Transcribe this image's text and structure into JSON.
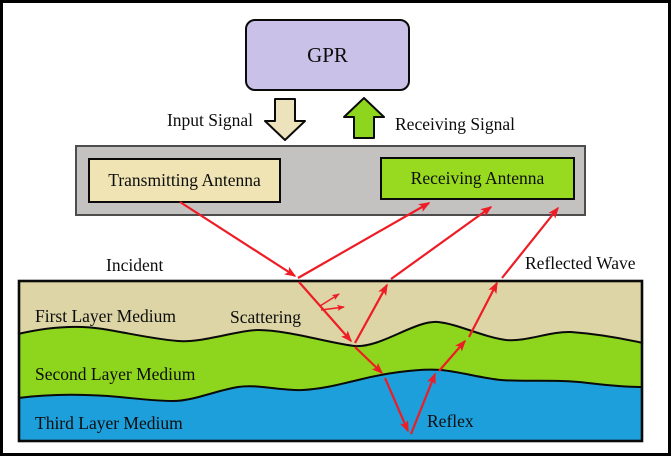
{
  "device": {
    "label": "GPR"
  },
  "signals": {
    "input_label": "Input Signal",
    "receiving_label": "Receiving Signal"
  },
  "antenna_bar": {
    "transmitting_label": "Transmitting Antenna",
    "receiving_label": "Receiving Antenna"
  },
  "ground": {
    "incident_label": "Incident",
    "reflected_label": "Reflected Wave",
    "scattering_label": "Scattering",
    "reflex_label": "Reflex",
    "layers": [
      {
        "label": "First Layer Medium",
        "color": "#ddd5a6"
      },
      {
        "label": "Second Layer Medium",
        "color": "#8ed51d"
      },
      {
        "label": "Third Layer Medium",
        "color": "#1d9fdc"
      }
    ]
  },
  "colors": {
    "gpr_box": "#c9c1e8",
    "input_arrow": "#ece3bd",
    "receiving_arrow": "#8ed51d",
    "transmitting_box": "#f0e4b4",
    "receiving_box": "#98da1f",
    "bar": "#c3c2c1",
    "bar_border": "#4d4d4d",
    "ray": "#ee1c25",
    "outline": "#000000"
  }
}
